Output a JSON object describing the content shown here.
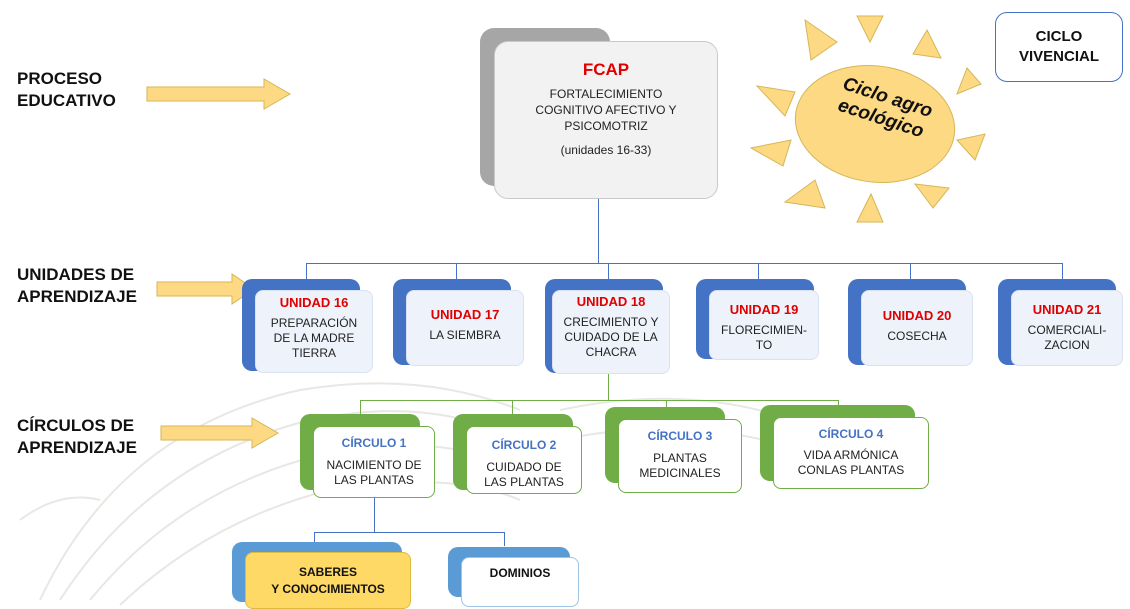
{
  "colors": {
    "unit_title": "#e00000",
    "circle_title": "#4472c4",
    "unit_tab": "#4472c4",
    "circle_tab": "#70ad47",
    "arrow_fill": "#fdd983",
    "sun_fill": "#fdd983",
    "connector_blue": "#4472c4",
    "connector_green": "#70ad47"
  },
  "labels": {
    "proceso": "PROCESO\nEDUCATIVO",
    "unidades": "UNIDADES DE\nAPRENDIZAJE",
    "circulos": "CÍRCULOS DE\nAPRENDIZAJE"
  },
  "ciclo_vivencial": "CICLO\nVIVENCIAL",
  "sun_text": "Ciclo agro\necológico",
  "fcap": {
    "title": "FCAP",
    "subtitle": "FORTALECIMIENTO\nCOGNITIVO AFECTIVO Y\nPSICOMOTRIZ",
    "range": "(unidades 16-33)"
  },
  "units": [
    {
      "title": "UNIDAD 16",
      "name": "PREPARACIÓN\nDE LA MADRE\nTIERRA"
    },
    {
      "title": "UNIDAD 17",
      "name": "LA SIEMBRA"
    },
    {
      "title": "UNIDAD 18",
      "name": "CRECIMIENTO Y\nCUIDADO DE LA\nCHACRA"
    },
    {
      "title": "UNIDAD 19",
      "name": "FLORECIMIEN-\nTO"
    },
    {
      "title": "UNIDAD 20",
      "name": "COSECHA"
    },
    {
      "title": "UNIDAD 21",
      "name": "COMERCIALI-\nZACION"
    }
  ],
  "circles": [
    {
      "title": "CÍRCULO 1",
      "name": "NACIMIENTO DE\nLAS PLANTAS"
    },
    {
      "title": "CÍRCULO 2",
      "name": "CUIDADO DE\nLAS PLANTAS"
    },
    {
      "title": "CÍRCULO 3",
      "name": "PLANTAS\nMEDICINALES"
    },
    {
      "title": "CÍRCULO 4",
      "name": "VIDA ARMÓNICA\nCONLAS PLANTAS"
    }
  ],
  "bottom": {
    "saberes": "SABERES\nY CONOCIMIENTOS",
    "dominios": "DOMINIOS"
  }
}
